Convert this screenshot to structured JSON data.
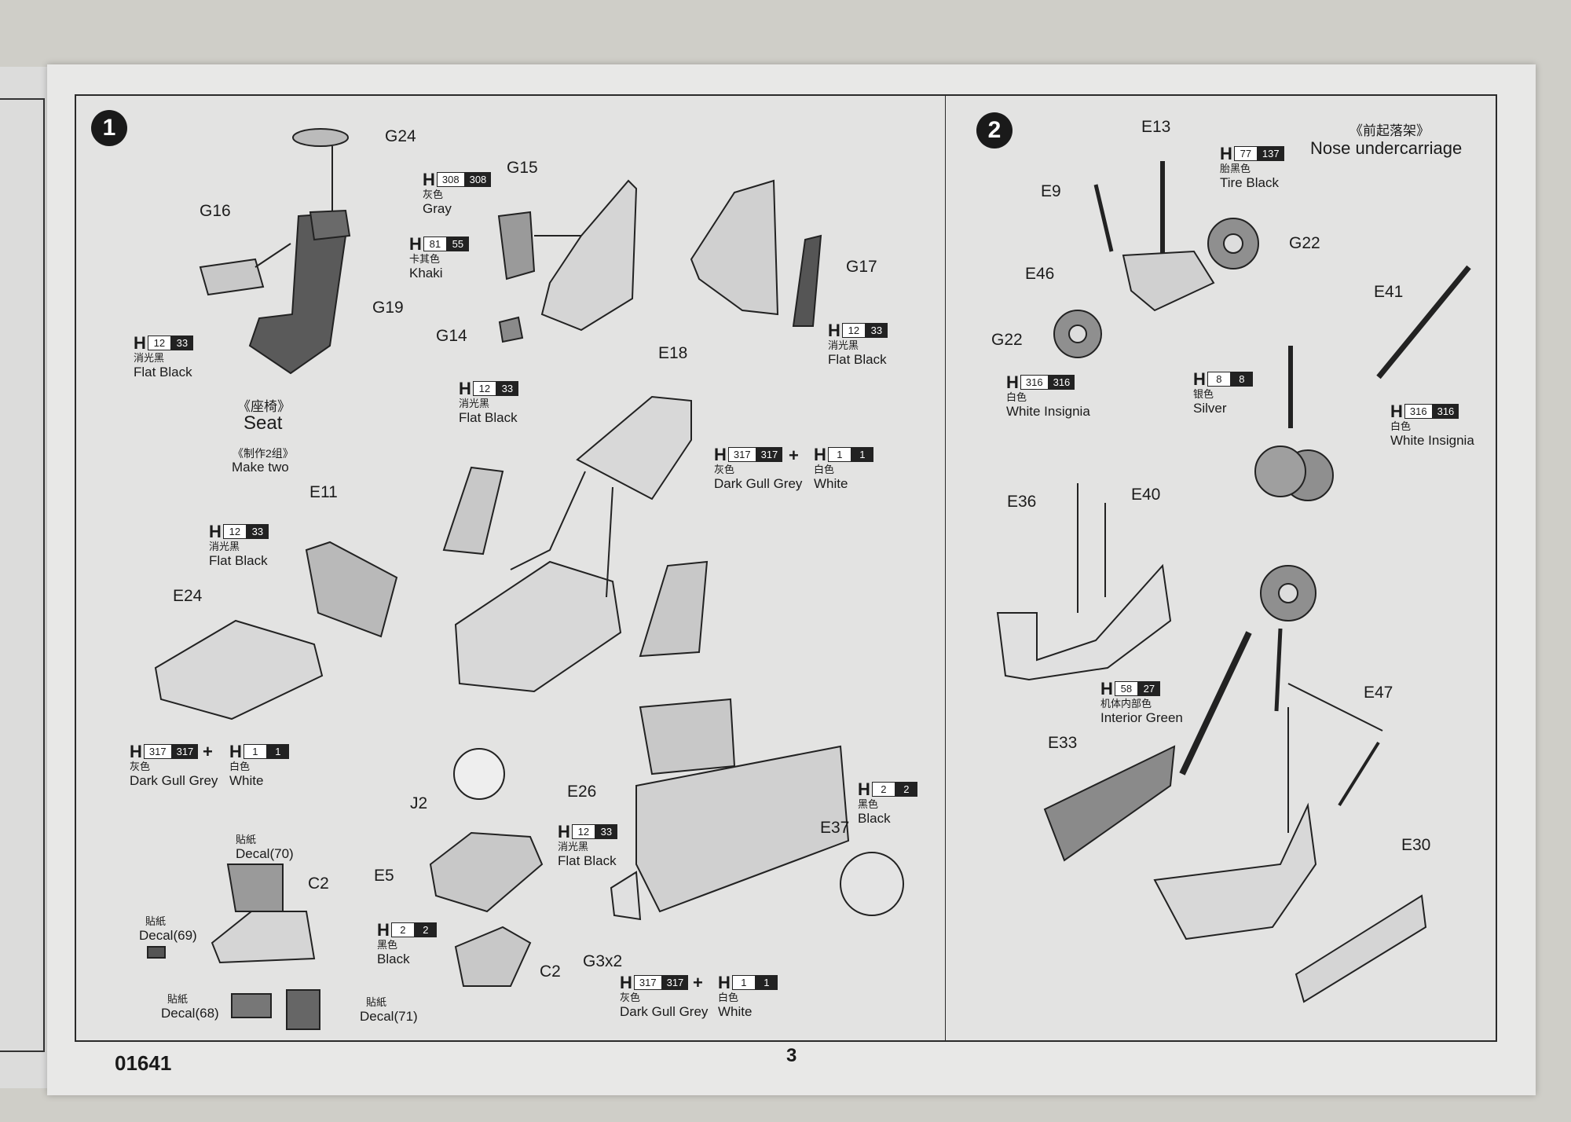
{
  "document": {
    "code": "01641",
    "page_number": "3"
  },
  "step1": {
    "number": "1",
    "seat_title_cn": "《座椅》",
    "seat_title_en": "Seat",
    "make_two_cn": "《制作2组》",
    "make_two_en": "Make two",
    "parts": {
      "G24": "G24",
      "G16": "G16",
      "G19": "G19",
      "G15": "G15",
      "G14": "G14",
      "G17": "G17",
      "E18": "E18",
      "E11": "E11",
      "E24": "E24",
      "J2": "J2",
      "E5": "E5",
      "C2a": "C2",
      "C2b": "C2",
      "E26": "E26",
      "E37": "E37",
      "G3x2": "G3x2"
    },
    "paints": {
      "flat_black_1": {
        "h": "H",
        "a": "12",
        "b": "33",
        "cn": "消光黑",
        "en": "Flat Black"
      },
      "gray": {
        "h": "H",
        "a": "308",
        "b": "308",
        "cn": "灰色",
        "en": "Gray"
      },
      "khaki": {
        "h": "H",
        "a": "81",
        "b": "55",
        "cn": "卡其色",
        "en": "Khaki"
      },
      "flat_black_2": {
        "h": "H",
        "a": "12",
        "b": "33",
        "cn": "消光黑",
        "en": "Flat Black"
      },
      "flat_black_3": {
        "h": "H",
        "a": "12",
        "b": "33",
        "cn": "消光黑",
        "en": "Flat Black"
      },
      "dark_gull_1": {
        "h": "H",
        "a": "317",
        "b": "317",
        "cn": "灰色",
        "en": "Dark Gull Grey"
      },
      "white_1": {
        "h": "H",
        "a": "1",
        "b": "1",
        "cn": "白色",
        "en": "White"
      },
      "flat_black_4": {
        "h": "H",
        "a": "12",
        "b": "33",
        "cn": "消光黑",
        "en": "Flat Black"
      },
      "dark_gull_2": {
        "h": "H",
        "a": "317",
        "b": "317",
        "cn": "灰色",
        "en": "Dark Gull Grey"
      },
      "white_2": {
        "h": "H",
        "a": "1",
        "b": "1",
        "cn": "白色",
        "en": "White"
      },
      "black_1": {
        "h": "H",
        "a": "2",
        "b": "2",
        "cn": "黑色",
        "en": "Black"
      },
      "flat_black_5": {
        "h": "H",
        "a": "12",
        "b": "33",
        "cn": "消光黑",
        "en": "Flat Black"
      },
      "black_2": {
        "h": "H",
        "a": "2",
        "b": "2",
        "cn": "黑色",
        "en": "Black"
      },
      "dark_gull_3": {
        "h": "H",
        "a": "317",
        "b": "317",
        "cn": "灰色",
        "en": "Dark Gull Grey"
      },
      "white_3": {
        "h": "H",
        "a": "1",
        "b": "1",
        "cn": "白色",
        "en": "White"
      }
    },
    "plus": "+",
    "decals": {
      "d70": {
        "cn": "貼紙",
        "en": "Decal(70)"
      },
      "d69": {
        "cn": "貼紙",
        "en": "Decal(69)"
      },
      "d68": {
        "cn": "貼紙",
        "en": "Decal(68)"
      },
      "d71": {
        "cn": "貼紙",
        "en": "Decal(71)"
      }
    }
  },
  "step2": {
    "number": "2",
    "title_cn": "《前起落架》",
    "title_en": "Nose undercarriage",
    "parts": {
      "E13": "E13",
      "E9": "E9",
      "E46": "E46",
      "G22a": "G22",
      "G22b": "G22",
      "E41": "E41",
      "E36": "E36",
      "E40": "E40",
      "E47": "E47",
      "E33": "E33",
      "E30": "E30"
    },
    "paints": {
      "tire_black": {
        "h": "H",
        "a": "77",
        "b": "137",
        "cn": "胎黑色",
        "en": "Tire Black"
      },
      "white_insignia_1": {
        "h": "H",
        "a": "316",
        "b": "316",
        "cn": "白色",
        "en": "White Insignia"
      },
      "silver": {
        "h": "H",
        "a": "8",
        "b": "8",
        "cn": "银色",
        "en": "Silver"
      },
      "white_insignia_2": {
        "h": "H",
        "a": "316",
        "b": "316",
        "cn": "白色",
        "en": "White Insignia"
      },
      "interior_green": {
        "h": "H",
        "a": "58",
        "b": "27",
        "cn": "机体内部色",
        "en": "Interior Green"
      }
    }
  },
  "colors": {
    "paper": "#e8e8e7",
    "ink": "#1c1c1c",
    "part_fill": "#8a8a8a",
    "part_dark": "#4a4a4a"
  }
}
